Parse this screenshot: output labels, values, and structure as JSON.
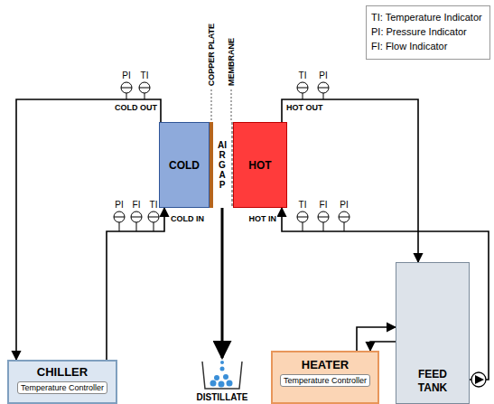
{
  "diagram": {
    "nodes": [
      {
        "text": [
          "TI: Temperature Indicator",
          "PI: Pressure Indicator",
          "FI: Flow Indicator"
        ]
      },
      {
        "text": [
          "COLD"
        ]
      },
      {
        "text": [
          "AIRGAP"
        ]
      },
      {
        "text": [
          "HOT"
        ]
      },
      {
        "text": [
          "CHILLER",
          "Temperature Controller"
        ]
      },
      {
        "text": [
          "DISTILLATE"
        ]
      },
      {
        "text": [
          "HEATER",
          "Temperature Controller"
        ]
      },
      {
        "text": [
          "FEED TANK"
        ]
      }
    ],
    "edges": [
      {
        "from": 1,
        "to": 4,
        "arrow": "to",
        "label": "COLD OUT"
      },
      {
        "from": 4,
        "to": 1,
        "arrow": "to",
        "label": "COLD IN"
      },
      {
        "from": 3,
        "to": 7,
        "arrow": "to",
        "label": "HOT OUT"
      },
      {
        "from": 7,
        "to": 3,
        "arrow": "to",
        "label": "HOT IN"
      },
      {
        "from": 2,
        "to": 5,
        "arrow": "to"
      },
      {
        "from": 6,
        "to": 7,
        "arrow": "to"
      },
      {
        "from": 7,
        "to": 6,
        "arrow": "to"
      }
    ],
    "labels": [
      "COPPER PLATE",
      "MEMBRANE",
      "PI",
      "TI",
      "TI",
      "PI",
      "PI",
      "FI",
      "TI",
      "TI",
      "FI",
      "PI"
    ]
  }
}
